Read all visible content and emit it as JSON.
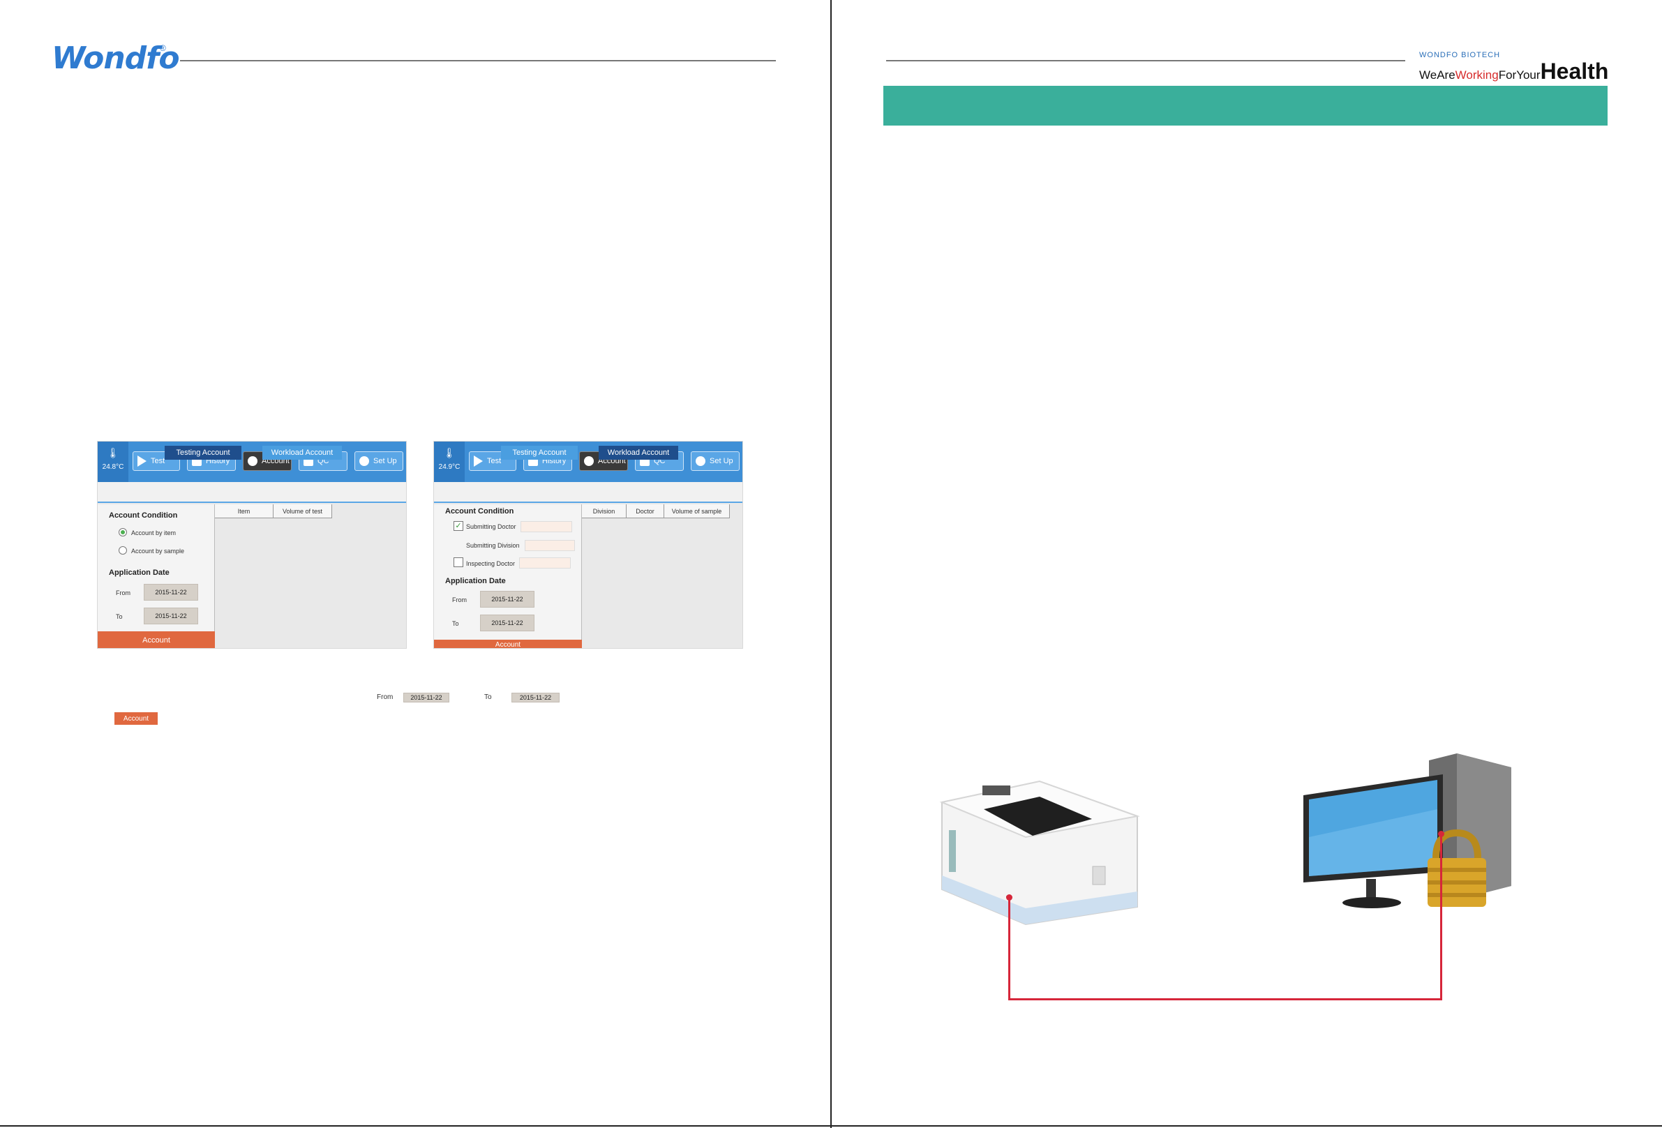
{
  "header_left": {
    "logo": "Wondfo",
    "reg": "®"
  },
  "header_right": {
    "brand_small": "WONDFO BIOTECH",
    "tagline_a": "WeAre",
    "tagline_b": "Working",
    "tagline_c": "ForYour",
    "tagline_d": "Health"
  },
  "shot1": {
    "temperature": "24.8°C",
    "nav": [
      "Test",
      "History",
      "Account",
      "QC",
      "Set Up"
    ],
    "tabs": {
      "testing": "Testing Account",
      "workload": "Workload Account"
    },
    "condition_title": "Account Condition",
    "options": [
      "Account by item",
      "Account by sample"
    ],
    "app_date_title": "Application Date",
    "from_label": "From",
    "to_label": "To",
    "from_date": "2015-11-22",
    "to_date": "2015-11-22",
    "account_button": "Account",
    "columns": [
      "Item",
      "Volume of test"
    ]
  },
  "shot2": {
    "temperature": "24.9°C",
    "nav": [
      "Test",
      "History",
      "Account",
      "QC",
      "Set Up"
    ],
    "tabs": {
      "testing": "Testing Account",
      "workload": "Workload Account"
    },
    "condition_title": "Account Condition",
    "submitting_doctor": "Submitting Doctor",
    "submitting_division": "Submitting Division",
    "inspecting_doctor": "Inspecting Doctor",
    "app_date_title": "Application Date",
    "from_label": "From",
    "to_label": "To",
    "from_date": "2015-11-22",
    "to_date": "2015-11-22",
    "account_button": "Account",
    "columns": [
      "Division",
      "Doctor",
      "Volume of sample"
    ]
  },
  "strip": {
    "from_label": "From",
    "from_date": "2015-11-22",
    "to_label": "To",
    "to_date": "2015-11-22",
    "account_button": "Account"
  },
  "colors": {
    "teal_band": "#3aaf9b",
    "brand_blue": "#2f7bd0",
    "accent_orange": "#e0683f",
    "connector_red": "#d6263a"
  }
}
